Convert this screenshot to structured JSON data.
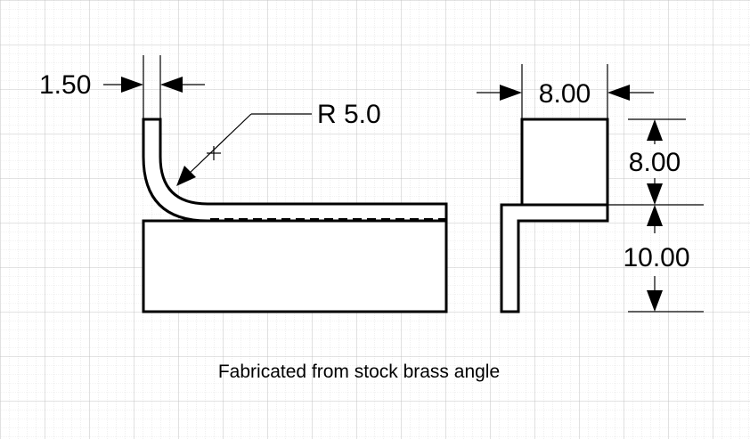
{
  "grid": {
    "minor_color": "#cfcfcf",
    "major_color": "#b8b8b8",
    "background": "#ffffff"
  },
  "dimensions": {
    "thickness": "1.50",
    "bend_radius": "R 5.0",
    "width": "8.00",
    "height_upper": "8.00",
    "height_lower": "10.00"
  },
  "caption": "Fabricated from stock brass angle"
}
